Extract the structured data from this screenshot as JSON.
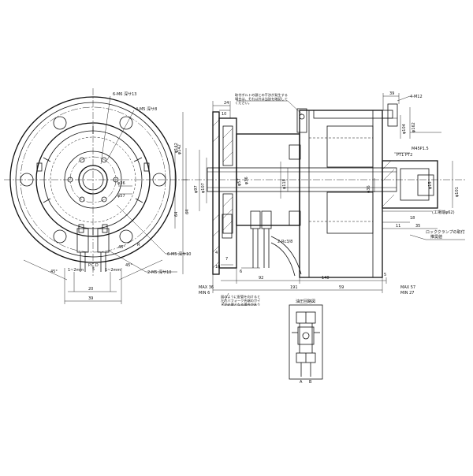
{
  "front_view": {
    "callouts": {
      "m6_tap": "6-M6 深サ13",
      "m5_tap_top": "4-M5 深サ8",
      "m5_tap_right": "6-M5 深サ10",
      "m5_tap_bottom": "2-M5 深サ10",
      "r_mark": "R"
    },
    "dims": {
      "dia_36": "φ36",
      "dia_57": "φ57",
      "dia_142": "φ142",
      "val_64": "64",
      "slot_left": "1~2mm",
      "slot_right": "1~2mm",
      "width_20": "20",
      "width_39": "39",
      "width_5": "5",
      "angle_left": "45°",
      "angle_right": "45°",
      "angle_bottom": "45°",
      "pcd_label": "P.C.D"
    }
  },
  "side_view": {
    "notes": {
      "top_note": "取付ボルトの頭との干渉が発生する場合は、それ以外は当該を確認してください。",
      "bottom_note": "図のように配管を向けると左カバフォーク先端のガイドが必要となる場合があります。",
      "right_note_1": "ロッククランプの取付",
      "right_note_2": "推奨値"
    },
    "dims": {
      "top_24": "24",
      "top_10": "10",
      "top_39": "39",
      "top_m12": "4-M12",
      "dia_104": "φ104",
      "dia_162": "φ162",
      "dia_142": "φ142",
      "dia_97": "φ97",
      "dia_107": "φ107",
      "dia_57": "φ57",
      "dia_36": "φ36",
      "dia_118": "φ118",
      "dia_36r": "φ36",
      "dia_101": "φ101",
      "dia_15": "φ15",
      "m45": "M45P1.5",
      "pt1": "PT1",
      "pt2": "PT2",
      "right_62": "(工場端φ62)",
      "right_18": "18",
      "right_11": "11",
      "right_35": "35",
      "bottom_7": "7",
      "bottom_6": "6",
      "bottom_10": "10",
      "bottom_port": "2-Rc3/8",
      "dim_92": "92",
      "dim_140": "140",
      "dim_59": "59",
      "dim_5": "5",
      "dim_191": "191",
      "max_left": "MAX 36",
      "min_left": "MIN 6",
      "max_right": "MAX 57",
      "min_right": "MIN 27",
      "left_4": "4",
      "left_10": "10",
      "left_64": "64"
    }
  },
  "hydraulic": {
    "title": "油圧回路図",
    "port_a": "A",
    "port_b": "B"
  }
}
